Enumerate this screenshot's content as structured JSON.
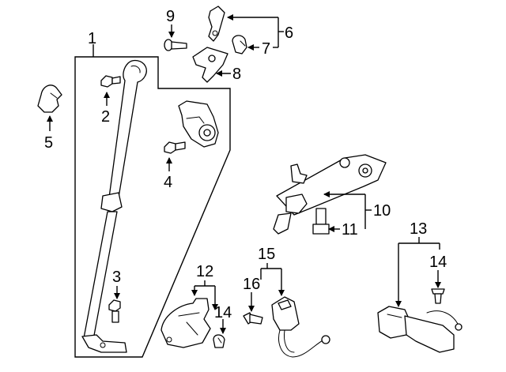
{
  "diagram": {
    "callouts": [
      {
        "id": "c1",
        "text": "1"
      },
      {
        "id": "c2",
        "text": "2"
      },
      {
        "id": "c3",
        "text": "3"
      },
      {
        "id": "c4",
        "text": "4"
      },
      {
        "id": "c5",
        "text": "5"
      },
      {
        "id": "c6",
        "text": "6"
      },
      {
        "id": "c7",
        "text": "7"
      },
      {
        "id": "c8",
        "text": "8"
      },
      {
        "id": "c9",
        "text": "9"
      },
      {
        "id": "c10",
        "text": "10"
      },
      {
        "id": "c11",
        "text": "11"
      },
      {
        "id": "c12",
        "text": "12"
      },
      {
        "id": "c13",
        "text": "13"
      },
      {
        "id": "c14a",
        "text": "14"
      },
      {
        "id": "c14b",
        "text": "14"
      },
      {
        "id": "c15",
        "text": "15"
      },
      {
        "id": "c16",
        "text": "16"
      }
    ]
  }
}
